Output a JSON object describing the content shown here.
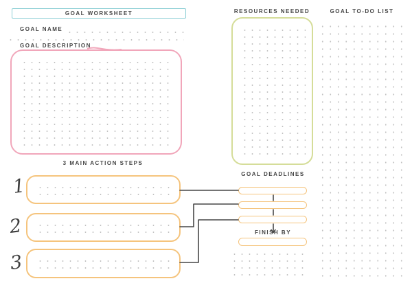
{
  "page": {
    "title": "GOAL WORKSHEET",
    "labels": {
      "goal_name": "GOAL NAME",
      "goal_description": "GOAL DESCRIPTION",
      "action_steps_heading": "3 MAIN ACTION STEPS",
      "resources": "RESOURCES NEEDED",
      "todo": "GOAL TO-DO LIST",
      "deadlines": "GOAL DEADLINES",
      "finish_by": "FINISH BY"
    },
    "action_steps": [
      {
        "number": "1"
      },
      {
        "number": "2"
      },
      {
        "number": "3"
      }
    ],
    "deadline_slots": 3,
    "colors": {
      "teal": "#8ccfd5",
      "pink": "#f1a6ba",
      "orange": "#f5c47d",
      "green": "#d5dd99",
      "line": "#474747",
      "text": "#454545",
      "dot": "#c2c2c2"
    }
  }
}
